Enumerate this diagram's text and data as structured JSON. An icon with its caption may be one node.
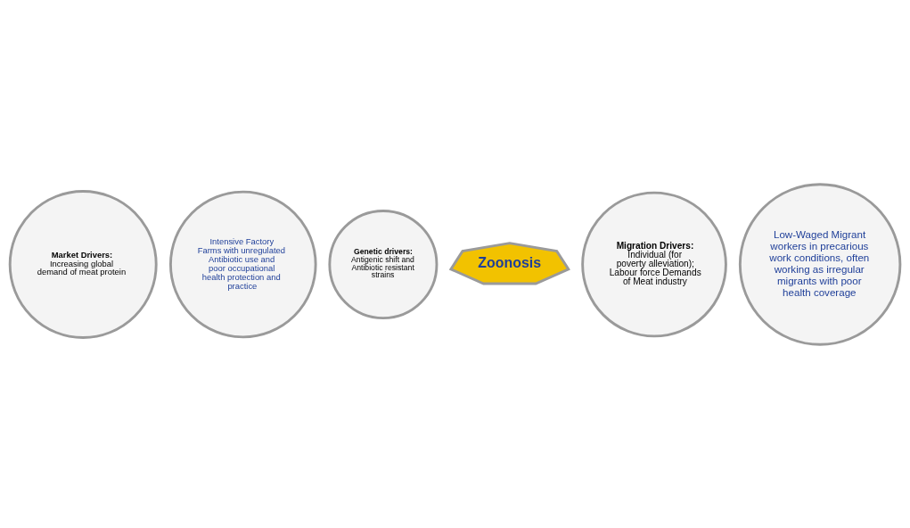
{
  "diagram": {
    "nodes": [
      {
        "text": [
          "Market Drivers:",
          "Increasing global demand of meat protein"
        ]
      },
      {
        "text": [
          "Intensive Factory Farms with unregulated Antibiotic use and poor occupational health protection and practice"
        ]
      },
      {
        "text": [
          "Genetic drivers:",
          "Antigenic shift and Antibiotic resistant strains"
        ]
      },
      {
        "text": [
          "Zoonosis"
        ]
      },
      {
        "text": [
          "Migration Drivers:",
          "Individual (for poverty alleviation); Labour force Demands of Meat industry"
        ]
      },
      {
        "text": [
          "Low-Waged Migrant workers in precarious work conditions, often working as irregular migrants with poor health coverage"
        ]
      }
    ],
    "edges": []
  }
}
